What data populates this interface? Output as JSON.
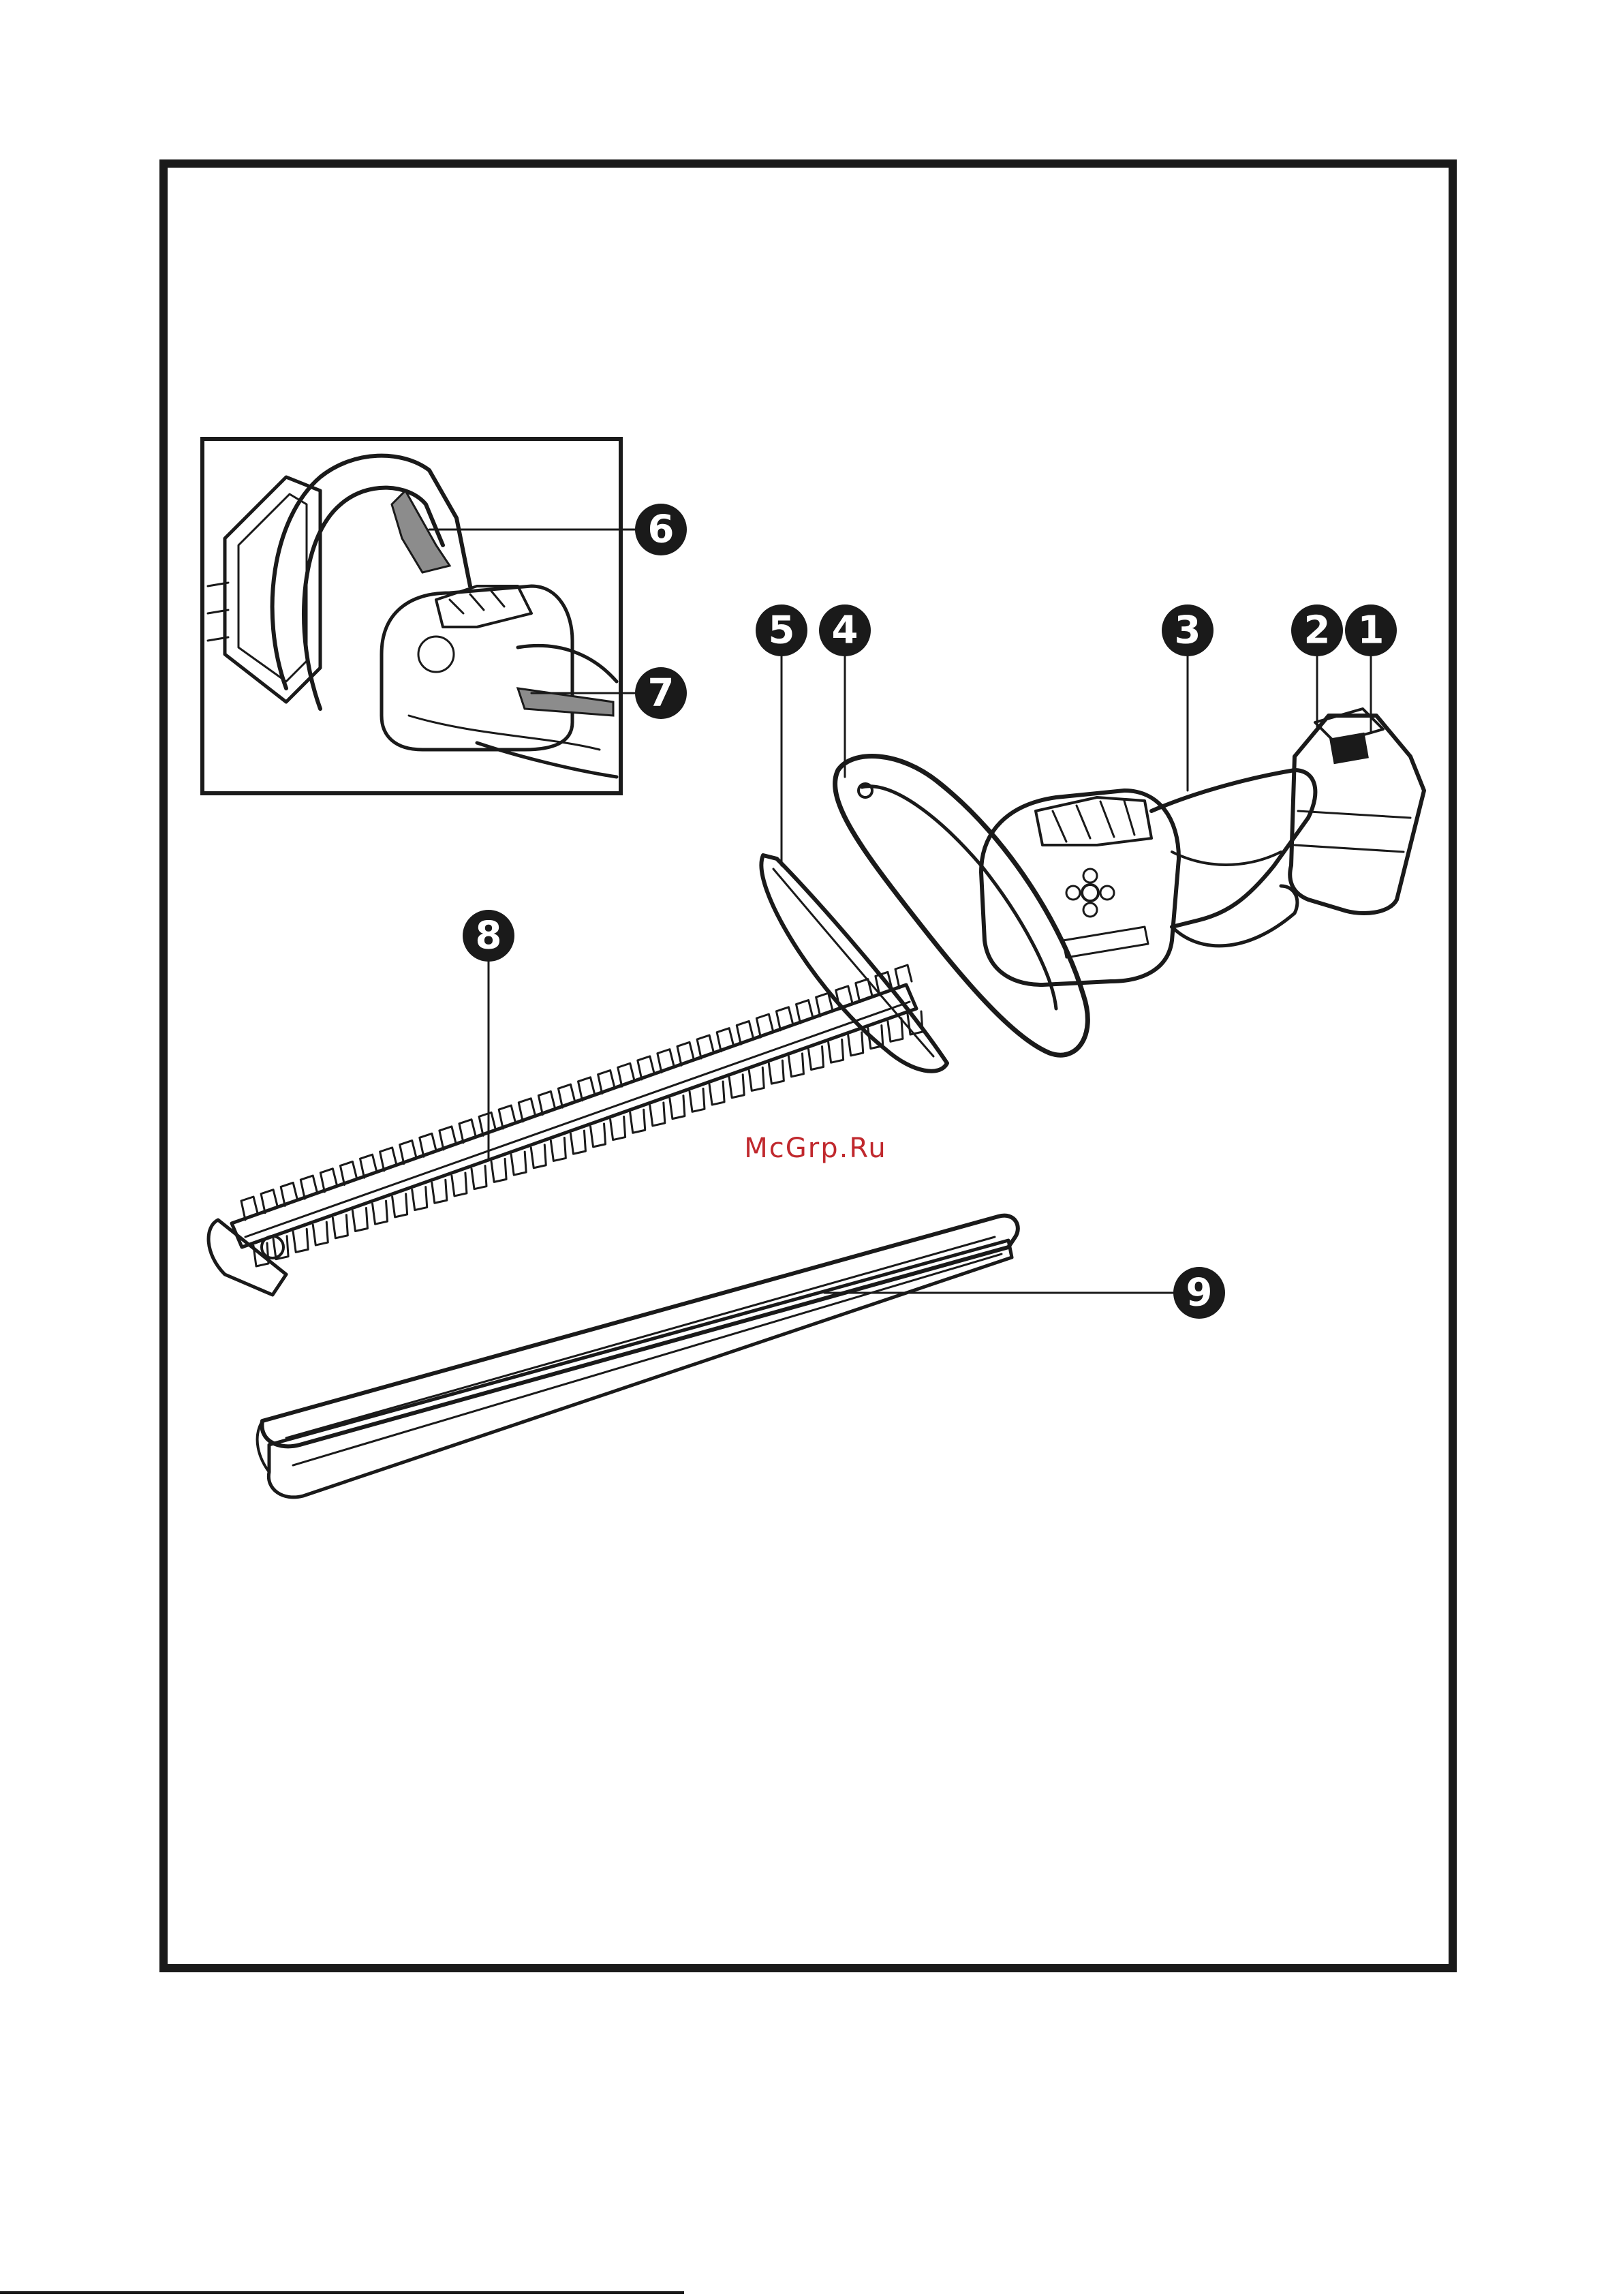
{
  "figure": {
    "callouts": [
      {
        "id": "1",
        "label": "1"
      },
      {
        "id": "2",
        "label": "2"
      },
      {
        "id": "3",
        "label": "3"
      },
      {
        "id": "4",
        "label": "4"
      },
      {
        "id": "5",
        "label": "5"
      },
      {
        "id": "6",
        "label": "6"
      },
      {
        "id": "7",
        "label": "7"
      },
      {
        "id": "8",
        "label": "8"
      },
      {
        "id": "9",
        "label": "9"
      }
    ],
    "watermark": "McGrp.Ru",
    "colors": {
      "ink": "#1a1a1a",
      "callout_fill": "#1a1a1a",
      "watermark": "#c0282d",
      "grip": "#8c8c8c"
    }
  }
}
